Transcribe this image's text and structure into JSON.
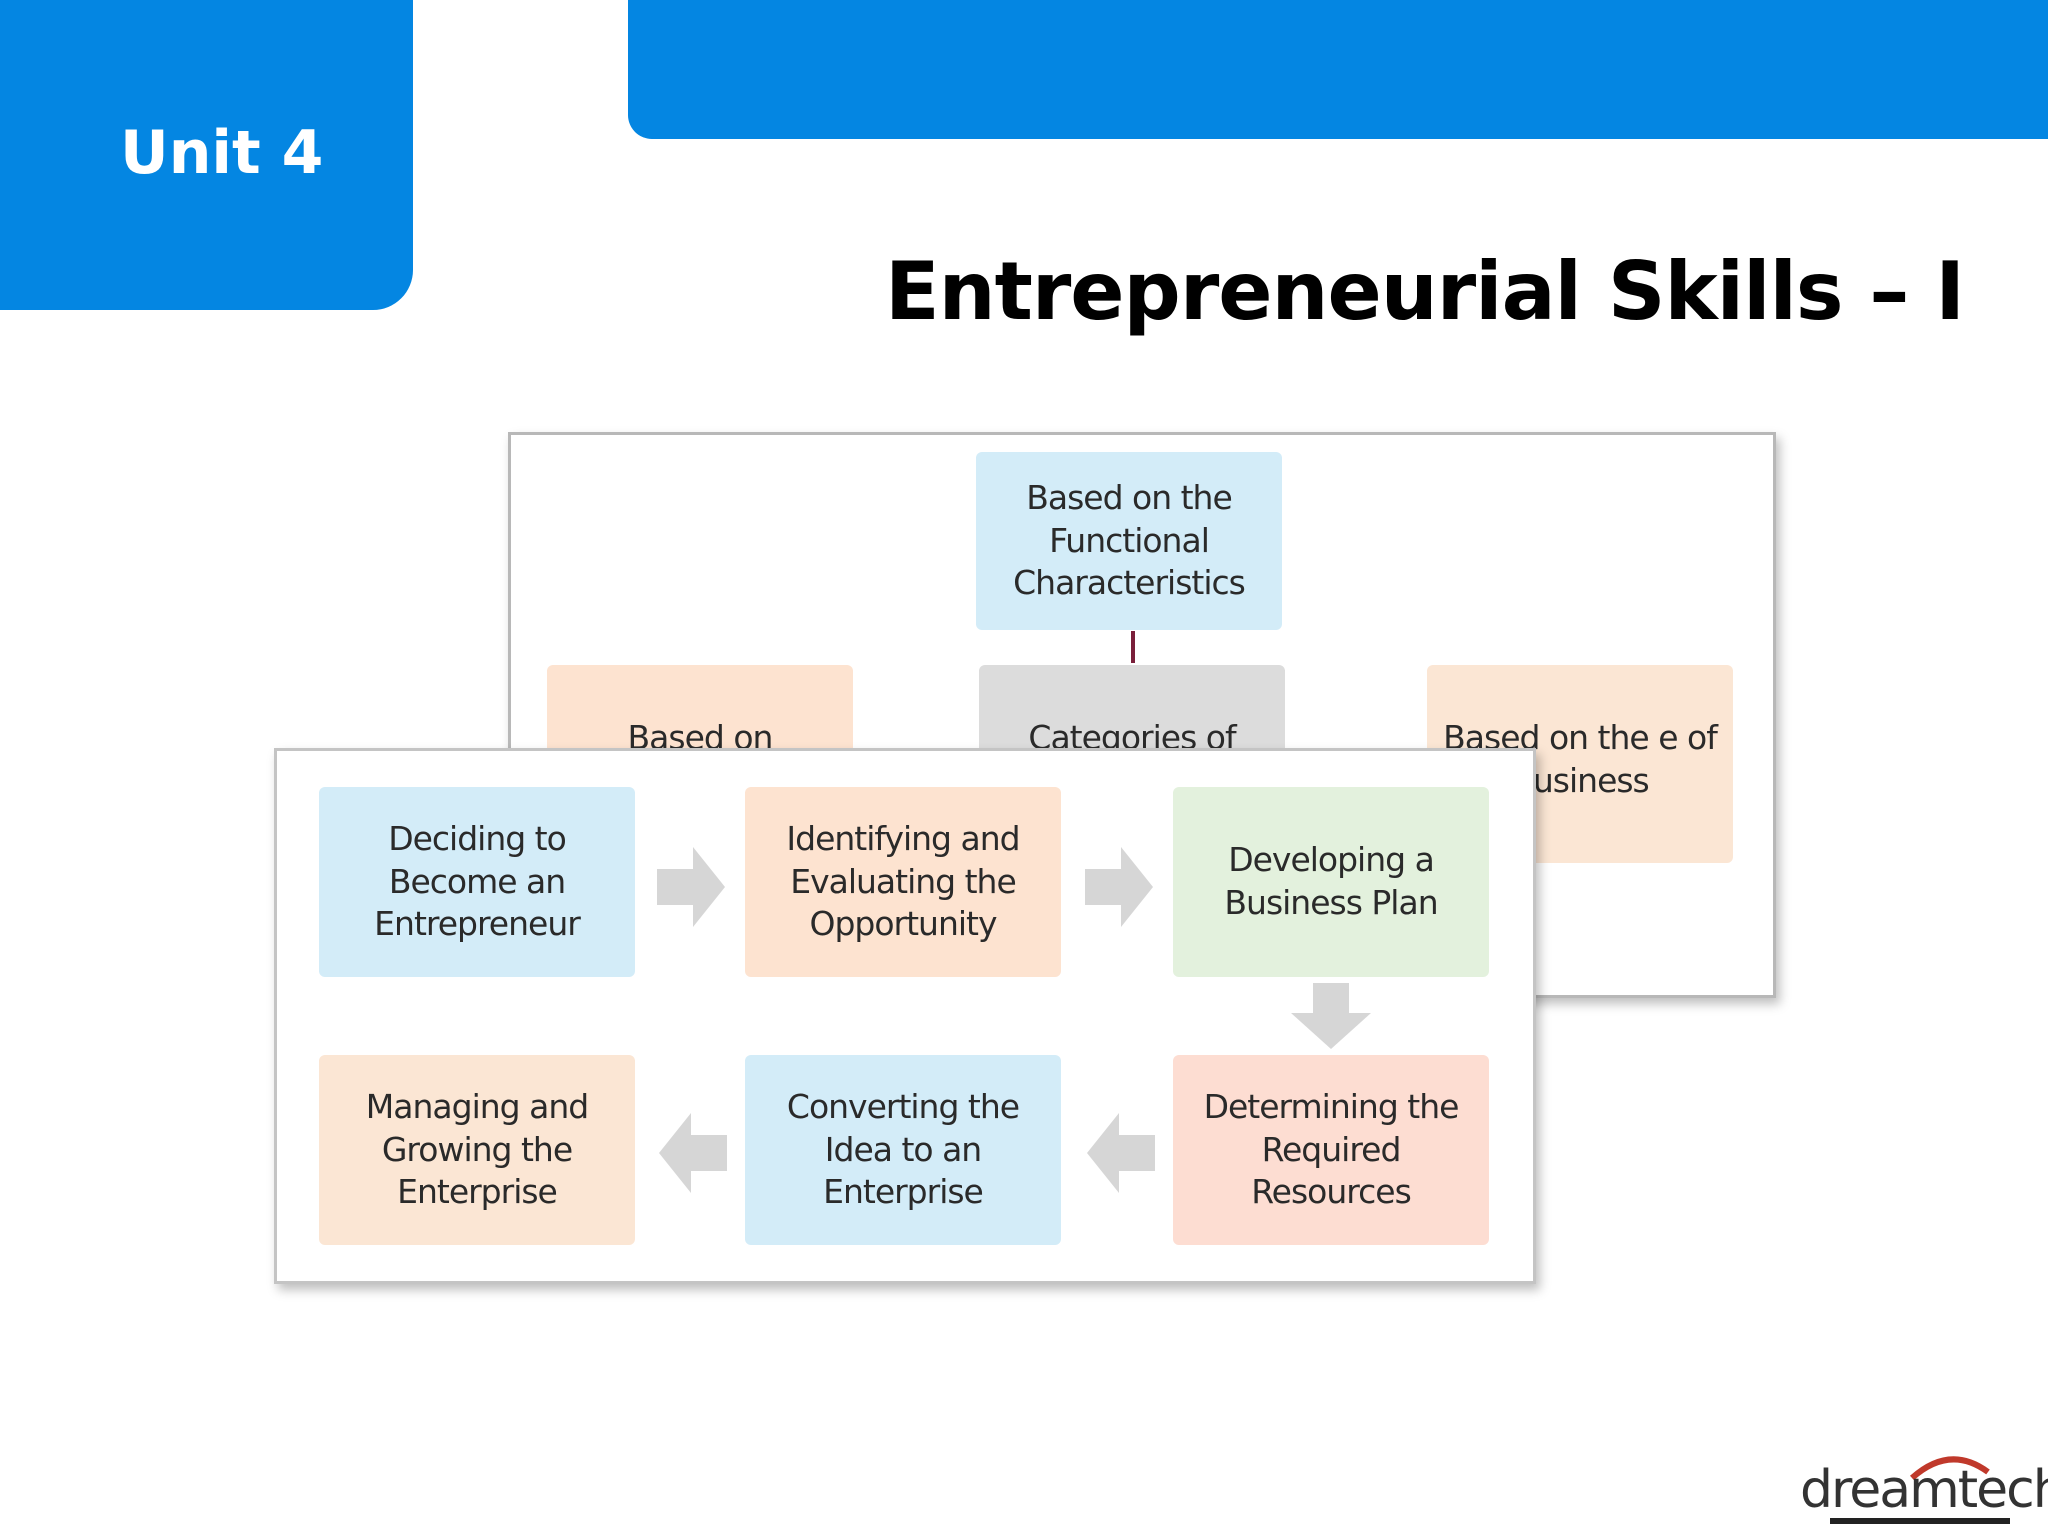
{
  "header": {
    "unit_label": "Unit 4",
    "title": "Entrepreneurial Skills – I"
  },
  "back_diagram": {
    "top_box": "Based on the Functional Characteristics",
    "left_box": "Based on",
    "center_box": "Categories of",
    "right_box": "Based on the e of Business"
  },
  "process_steps": [
    {
      "label": "Deciding to Become an Entrepreneur",
      "color": "#d3ecf8"
    },
    {
      "label": "Identifying and Evaluating the Opportunity",
      "color": "#fde3d0"
    },
    {
      "label": "Developing a Business Plan",
      "color": "#e3f1dd"
    },
    {
      "label": "Determining the Required Resources",
      "color": "#fdddd2"
    },
    {
      "label": "Converting the Idea to an Enterprise",
      "color": "#d3ecf8"
    },
    {
      "label": "Managing and Growing the Enterprise",
      "color": "#fbe6d4"
    }
  ],
  "colors": {
    "brand_blue": "#0486e2",
    "arrow_gray": "#d6d6d6",
    "logo_red": "#c0392b"
  },
  "logo": {
    "text": "dreamtech"
  }
}
